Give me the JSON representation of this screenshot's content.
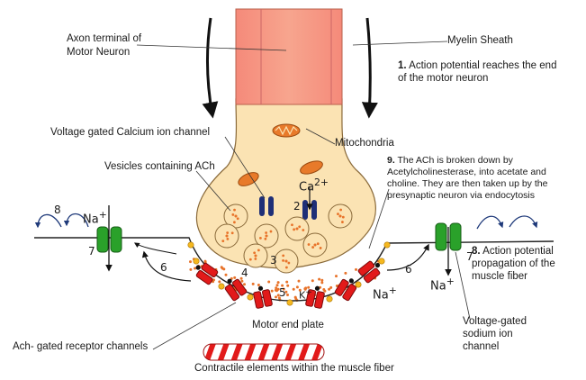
{
  "labels": {
    "axon_terminal": "Axon terminal of Motor Neuron",
    "myelin_sheath": "Myelin Sheath",
    "step1_num": "1.",
    "step1_text": "Action potential reaches the end of the motor neuron",
    "voltage_gated_calcium": "Voltage gated Calcium ion channel",
    "mitochondria": "Mitochondria",
    "vesicles": "Vesicles containing ACh",
    "step9_num": "9.",
    "step9_text": "The ACh is broken down by Acetylcholinesterase, into acetate and choline. They are then taken up by the presynaptic neuron via endocytosis",
    "step8_num": "8.",
    "step8_text": "Action potential propagation of the muscle fiber",
    "motor_end_plate": "Motor end plate",
    "ach_receptor": "Ach- gated receptor channels",
    "voltage_gated_sodium": "Voltage-gated sodium ion channel",
    "contractile": "Contractile elements within the muscle fiber"
  },
  "ions": {
    "na": "Na",
    "plus": "+",
    "ca": "Ca",
    "ca_charge": "2+",
    "k": "K"
  },
  "step_numbers": {
    "n2": "2",
    "n3": "3",
    "n4": "4",
    "n5": "5",
    "n6": "6",
    "n7": "7",
    "n8": "8"
  },
  "colors": {
    "axon_fill": "#f7a58e",
    "terminal_fill": "#fbe3b3",
    "mitochondria": "#e87a2a",
    "calcium_channel": "#1f2f77",
    "sodium_channel": "#2aa12a",
    "ach_receptor": "#e21a1a",
    "ach_dot": "#f5b81f",
    "vesicle_dot": "#e8732a"
  }
}
